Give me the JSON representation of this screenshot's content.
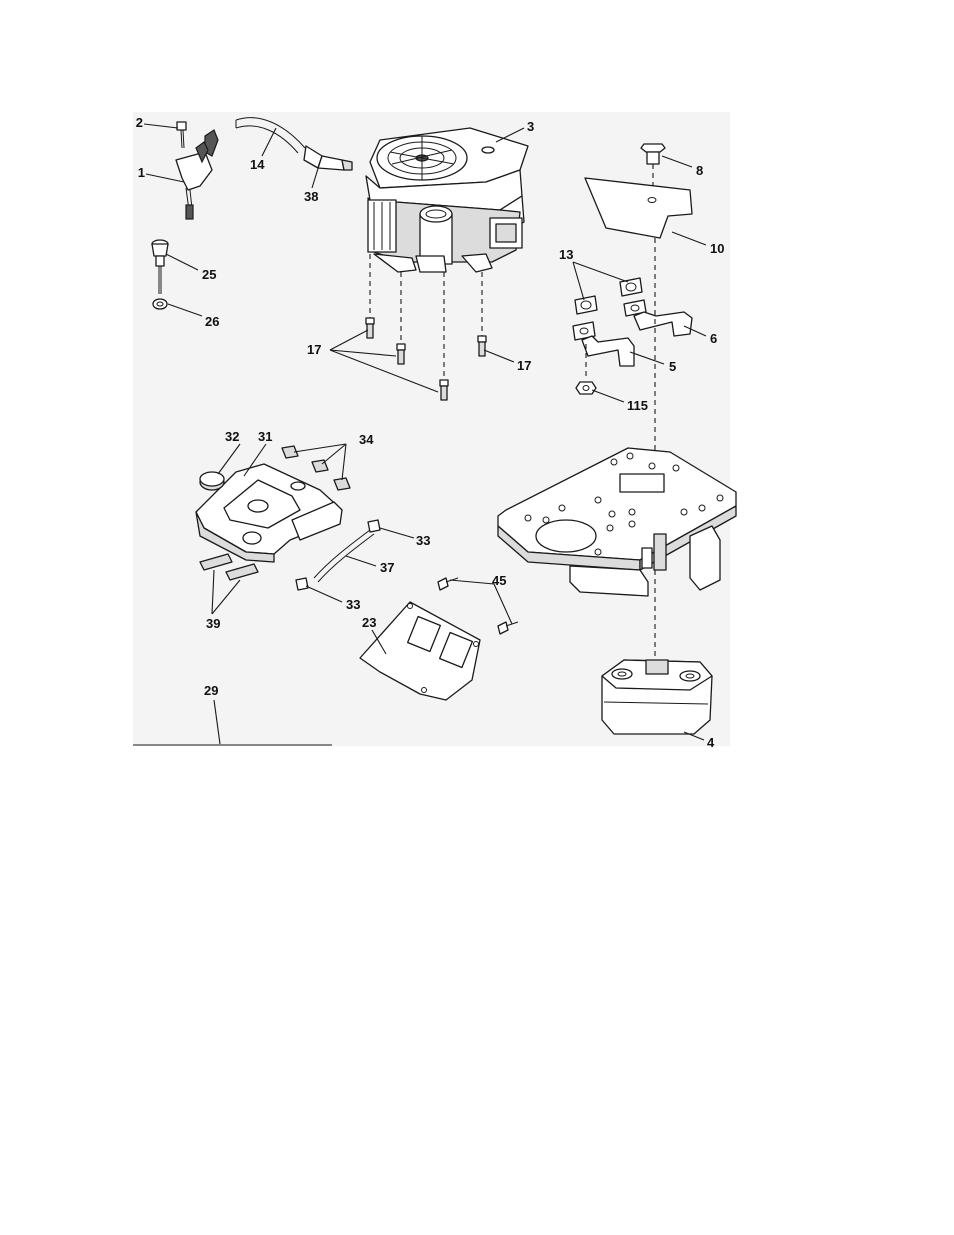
{
  "diagram": {
    "callouts": {
      "c1": "1",
      "c2": "2",
      "c3": "3",
      "c4": "4",
      "c5": "5",
      "c6": "6",
      "c8": "8",
      "c10": "10",
      "c13": "13",
      "c14": "14",
      "c17a": "17",
      "c17b": "17",
      "c23": "23",
      "c25": "25",
      "c26": "26",
      "c29": "29",
      "c31": "31",
      "c32": "32",
      "c33a": "33",
      "c33b": "33",
      "c34": "34",
      "c37": "37",
      "c38": "38",
      "c39": "39",
      "c45": "45",
      "c115": "115"
    }
  }
}
